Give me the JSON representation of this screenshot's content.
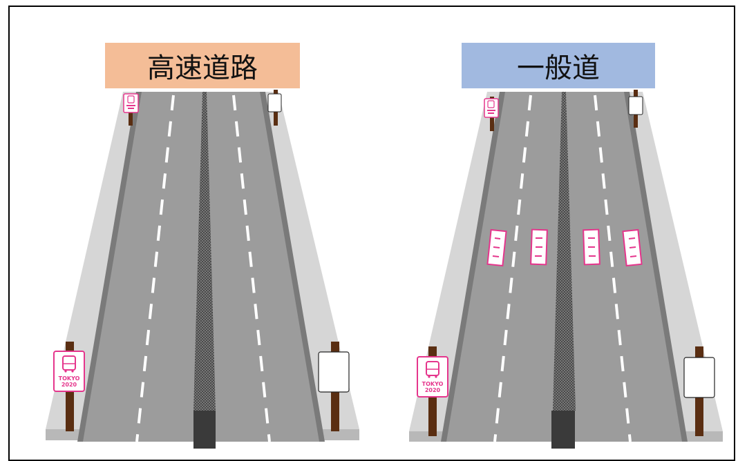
{
  "panels": [
    {
      "title": "高速道路",
      "title_color": "#f4bd97",
      "type": "expressway",
      "lane_markings": false
    },
    {
      "title": "一般道",
      "title_color": "#a1b9e0",
      "type": "general-road",
      "lane_markings": true
    }
  ],
  "sign": {
    "line1": "TOKYO",
    "line2": "2020",
    "icon": "bus-icon",
    "color": "#e5358c"
  },
  "colors": {
    "asphalt": "#9b9b9b",
    "shoulder": "#d6d6d6",
    "curb": "#6f6f6f",
    "median": "#3a3a3a",
    "pole": "#5a2e12"
  }
}
